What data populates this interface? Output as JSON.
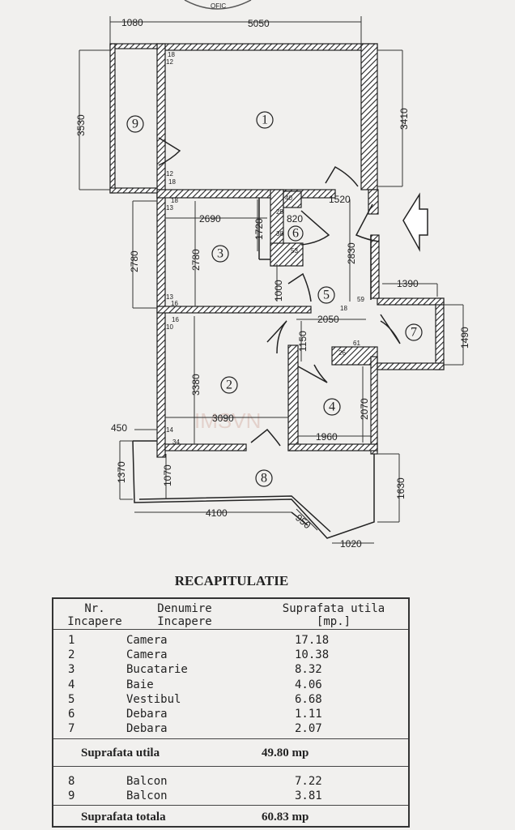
{
  "stamp_text": "OFIC",
  "watermark": "IMSVN",
  "dimensions": {
    "d1080": "1080",
    "d5050": "5050",
    "d3530": "3530",
    "d3410": "3410",
    "d1520": "1520",
    "d2690": "2690",
    "d1720": "1720",
    "d820": "820",
    "d2780a": "2780",
    "d2780b": "2780",
    "d2830": "2830",
    "d1000": "1000",
    "d1390": "1390",
    "d2050": "2050",
    "d1150": "1150",
    "d1490": "1490",
    "d3380": "3380",
    "d3090": "3090",
    "d2070": "2070",
    "d1960": "1960",
    "d450": "450",
    "d1370": "1370",
    "d1070": "1070",
    "d1630": "1630",
    "d4100": "4100",
    "d950": "950",
    "d1020": "1020"
  },
  "wall_marks": {
    "m18a": "18",
    "m12a": "12",
    "m12b": "12",
    "m18b": "18",
    "m18c": "18",
    "m13a": "13",
    "m40": "40",
    "m25": "25",
    "m38": "38",
    "m53": "53",
    "m13b": "13",
    "m16a": "16",
    "m18d": "18",
    "m59": "59",
    "m10": "10",
    "m16b": "16",
    "m61": "61",
    "m26": "26",
    "m14": "14",
    "m34": "34"
  },
  "rooms": [
    "1",
    "2",
    "3",
    "4",
    "5",
    "6",
    "7",
    "8",
    "9"
  ],
  "recap": {
    "title": "RECAPITULATIE",
    "header": {
      "nr_line1": "Nr.",
      "nr_line2": "Incapere",
      "name_line1": "Denumire",
      "name_line2": "Incapere",
      "area_line1": "Suprafata utila",
      "area_line2": "[mp.]"
    },
    "rows": [
      {
        "nr": "1",
        "name": "Camera",
        "area": "17.18"
      },
      {
        "nr": "2",
        "name": "Camera",
        "area": "10.38"
      },
      {
        "nr": "3",
        "name": "Bucatarie",
        "area": "8.32"
      },
      {
        "nr": "4",
        "name": "Baie",
        "area": "4.06"
      },
      {
        "nr": "5",
        "name": "Vestibul",
        "area": "6.68"
      },
      {
        "nr": "6",
        "name": "Debara",
        "area": "1.11"
      },
      {
        "nr": "7",
        "name": "Debara",
        "area": "2.07"
      }
    ],
    "utila": {
      "label": "Suprafata utila",
      "value": "49.80 mp"
    },
    "balcony_rows": [
      {
        "nr": "8",
        "name": "Balcon",
        "area": "7.22"
      },
      {
        "nr": "9",
        "name": "Balcon",
        "area": "3.81"
      }
    ],
    "totala": {
      "label": "Suprafata totala",
      "value": "60.83 mp"
    }
  }
}
